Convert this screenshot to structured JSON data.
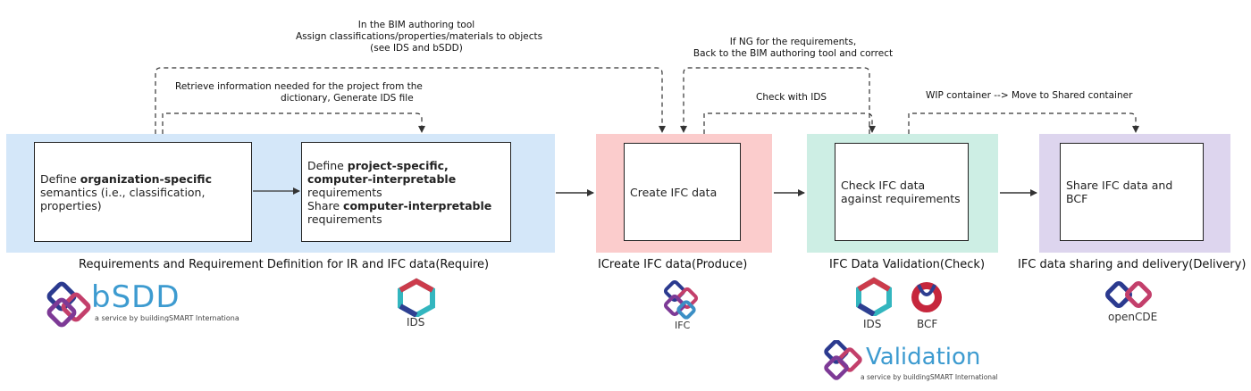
{
  "colors": {
    "require_bg": "#d4e7f9",
    "produce_bg": "#fbcccc",
    "check_bg": "#cdeee4",
    "delivery_bg": "#ddd5ee",
    "arrow": "#333333"
  },
  "stages": {
    "require": {
      "label": "Requirements and Requirement Definition for IR and IFC data(Require)",
      "box1": {
        "pre": "Define ",
        "bold": "organization-specific",
        "post": " semantics (i.e., classification, properties)"
      },
      "box2": {
        "l1_pre": "Define ",
        "l1_bold": "project-specific, computer-interpretable",
        "l1_post": " requirements",
        "l2_pre": "Share ",
        "l2_bold": "computer-interpretable",
        "l2_post": " requirements"
      }
    },
    "produce": {
      "label": "ICreate IFC data(Produce)",
      "box": "Create IFC data"
    },
    "check": {
      "label": "IFC Data Validation(Check)",
      "box": "Check IFC data against requirements"
    },
    "delivery": {
      "label": "IFC data sharing and delivery(Delivery)",
      "box": "Share IFC data and BCF"
    }
  },
  "notes": {
    "bim_tool": [
      "In the BIM authoring tool",
      "Assign classifications/properties/materials to objects",
      "(see IDS and bSDD)"
    ],
    "retrieve": [
      "Retrieve information needed for the project from the",
      "dictionary, Generate IDS file"
    ],
    "ng": [
      "If NG for the requirements,",
      "Back to the BIM authoring tool and correct"
    ],
    "check_ids": "Check with IDS",
    "wip": "WIP container --> Move to Shared container"
  },
  "logos": {
    "bsdd": {
      "name": "bSDD",
      "tagline": "a service by buildingSMART Internationa"
    },
    "ids": "IDS",
    "ifc": "IFC",
    "bcf": "BCF",
    "opencde": "openCDE",
    "validation": {
      "name": "Validation",
      "tagline": "a service by buildingSMART International"
    }
  }
}
